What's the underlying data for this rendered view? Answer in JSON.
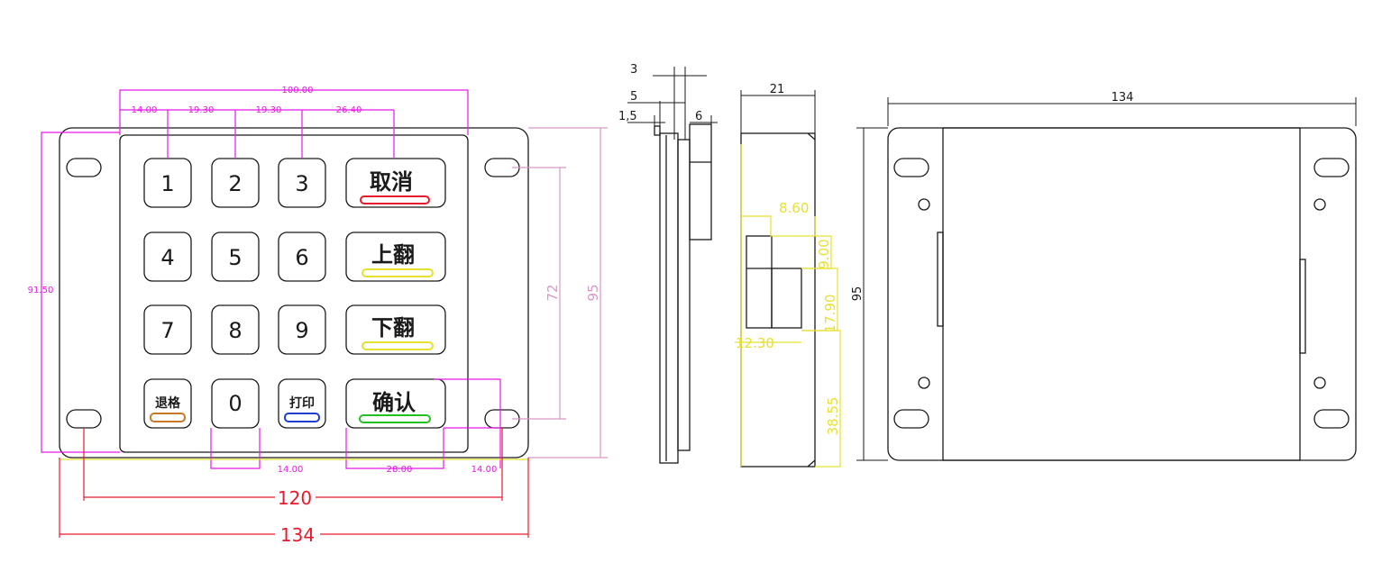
{
  "keypad": {
    "numeric_keys": [
      "1",
      "2",
      "3",
      "4",
      "5",
      "6",
      "7",
      "8",
      "9",
      "0"
    ],
    "function_keys": [
      {
        "label": "取消",
        "bar_color": "#e8192c"
      },
      {
        "label": "上翻",
        "bar_color": "#e8e030"
      },
      {
        "label": "下翻",
        "bar_color": "#e8e030"
      },
      {
        "label": "确认",
        "bar_color": "#22c022"
      }
    ],
    "small_keys": [
      {
        "label": "退格",
        "bar_color": "#c87828"
      },
      {
        "label": "打印",
        "bar_color": "#1f3fd0"
      }
    ]
  },
  "dimensions": {
    "top_total": "100.00",
    "top_segments": [
      "14.00",
      "19.30",
      "19.30",
      "26.40"
    ],
    "left_height": "91.50",
    "hole_pitch_vertical": "72",
    "right_height": "95",
    "bottom_key_widths": [
      "14.00",
      "28.00",
      "14.00"
    ],
    "hole_pitch_horizontal": "120",
    "overall_width": "134"
  },
  "side_view": {
    "top_dims": [
      "3",
      "5",
      "1,5",
      "6"
    ]
  },
  "section_view": {
    "width": "21",
    "dims": [
      "8.60",
      "9.00",
      "17.90",
      "12.30",
      "38.55"
    ]
  },
  "back_view": {
    "width": "134",
    "height": "95"
  },
  "colors": {
    "outline": "#1a1a1a",
    "magenta": "#e619e6",
    "pink": "#d898c8",
    "red": "#e8192c",
    "yellow": "#e8e030",
    "green": "#22c022",
    "brown": "#c87828",
    "blue": "#1f3fd0"
  }
}
